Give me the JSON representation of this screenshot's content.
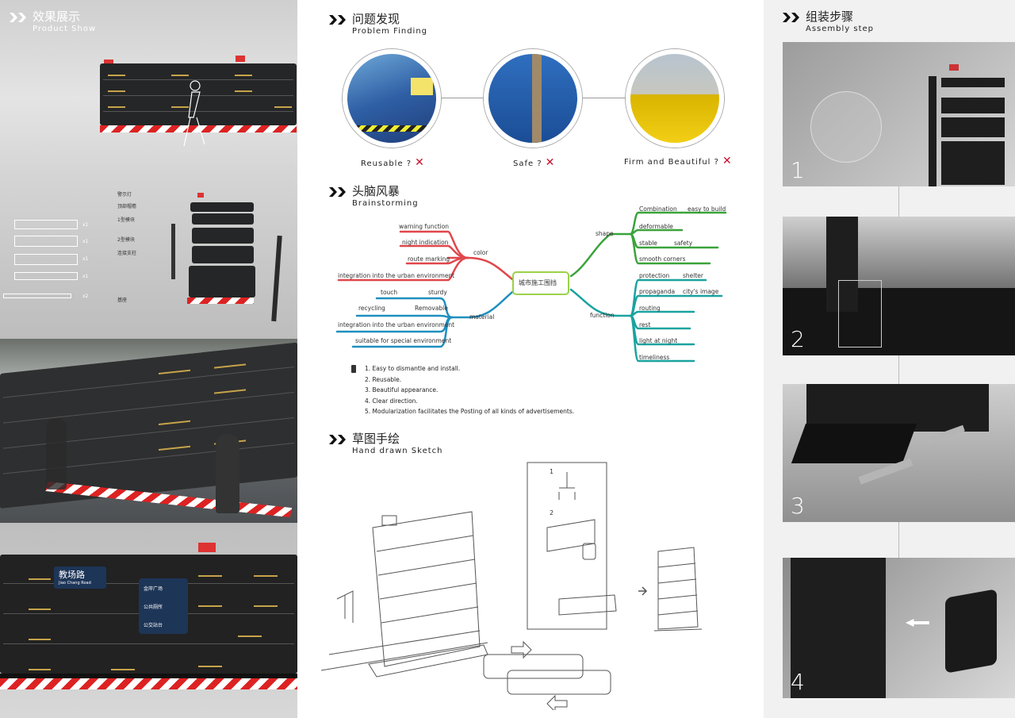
{
  "left": {
    "product_show": {
      "title_cn": "效果展示",
      "title_en": "Product Show"
    },
    "exploded_labels": [
      "警示灯",
      "顶部帽檐",
      "1型模块",
      "2型模块",
      "连接支柱",
      "基座"
    ],
    "exploded_counts": [
      "x1",
      "x1",
      "x1",
      "x1",
      "x2"
    ],
    "sign": {
      "street_cn": "教场路",
      "street_en": "Jiao Chang Road"
    },
    "signboard_items": [
      "金岸广场",
      "公共厕所",
      "公交站台"
    ]
  },
  "problem": {
    "title_cn": "问题发现",
    "title_en": "Problem Finding",
    "items": [
      {
        "label": "Reusable ?",
        "mark": "✕"
      },
      {
        "label": "Safe ?",
        "mark": "✕"
      },
      {
        "label": "Firm and Beautiful ?",
        "mark": "✕"
      }
    ]
  },
  "brainstorm": {
    "title_cn": "头脑风暴",
    "title_en": "Brainstorming",
    "center": "城市施工围挡",
    "colors": {
      "color": "#e0474c",
      "material": "#1f8fbf",
      "shape": "#3aa33a",
      "function": "#1aa3a0",
      "center": "#9bd14a"
    },
    "color_branch": {
      "label": "color",
      "leaves": [
        "warning function",
        "night indication",
        "route marking",
        "integration into the urban environment"
      ]
    },
    "material_branch": {
      "label": "material",
      "leaves": [
        "touch",
        "sturdy",
        "recycling",
        "Removable",
        "integration into the urban environment",
        "suitable for special environment"
      ]
    },
    "shape_branch": {
      "label": "shape",
      "leaves": [
        "Combination",
        "easy to build",
        "deformable",
        "stable",
        "safety",
        "smooth corners"
      ]
    },
    "function_branch": {
      "label": "function",
      "leaves": [
        "protection",
        "shelter",
        "propaganda",
        "city's image",
        "routing",
        "rest",
        "light at night",
        "timeliness"
      ]
    },
    "list": [
      "1.  Easy to dismantle and install.",
      "2. Reusable.",
      "3. Beautiful appearance.",
      "4. Clear direction.",
      "5. Modularization facilitates the Posting of all kinds of advertisements."
    ]
  },
  "sketch": {
    "title_cn": "草图手绘",
    "title_en": "Hand drawn Sketch",
    "step_labels": [
      "1",
      "2"
    ]
  },
  "assembly": {
    "title_cn": "组装步骤",
    "title_en": "Assembly step",
    "steps": [
      "1",
      "2",
      "3",
      "4"
    ]
  }
}
